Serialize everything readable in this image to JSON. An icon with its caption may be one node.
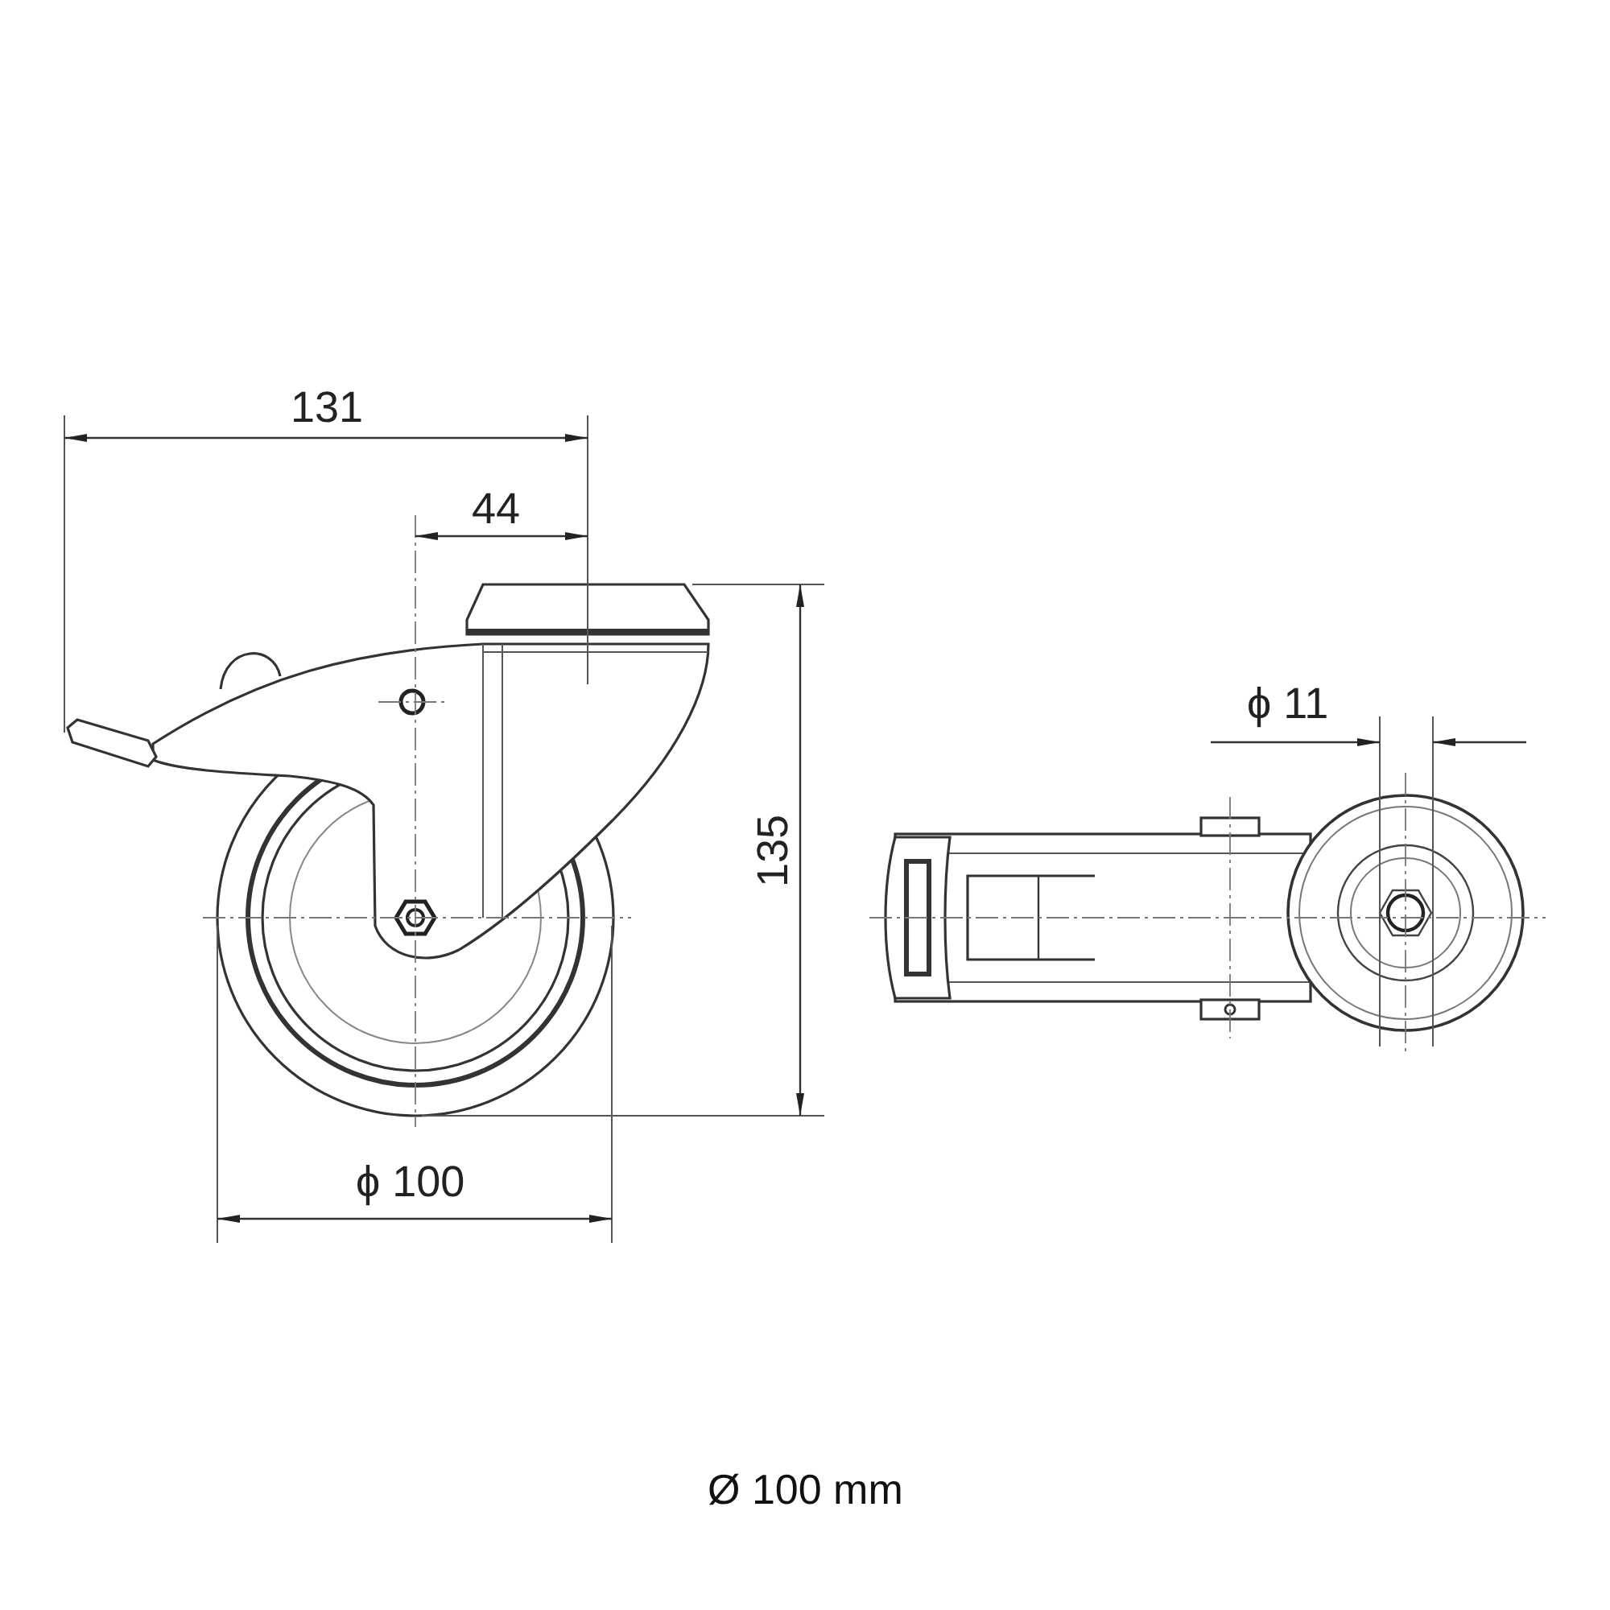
{
  "diagram": {
    "caption": "Ø 100 mm",
    "labels": [
      "131",
      "44",
      "135",
      "ϕ 100",
      "ϕ 11"
    ]
  }
}
